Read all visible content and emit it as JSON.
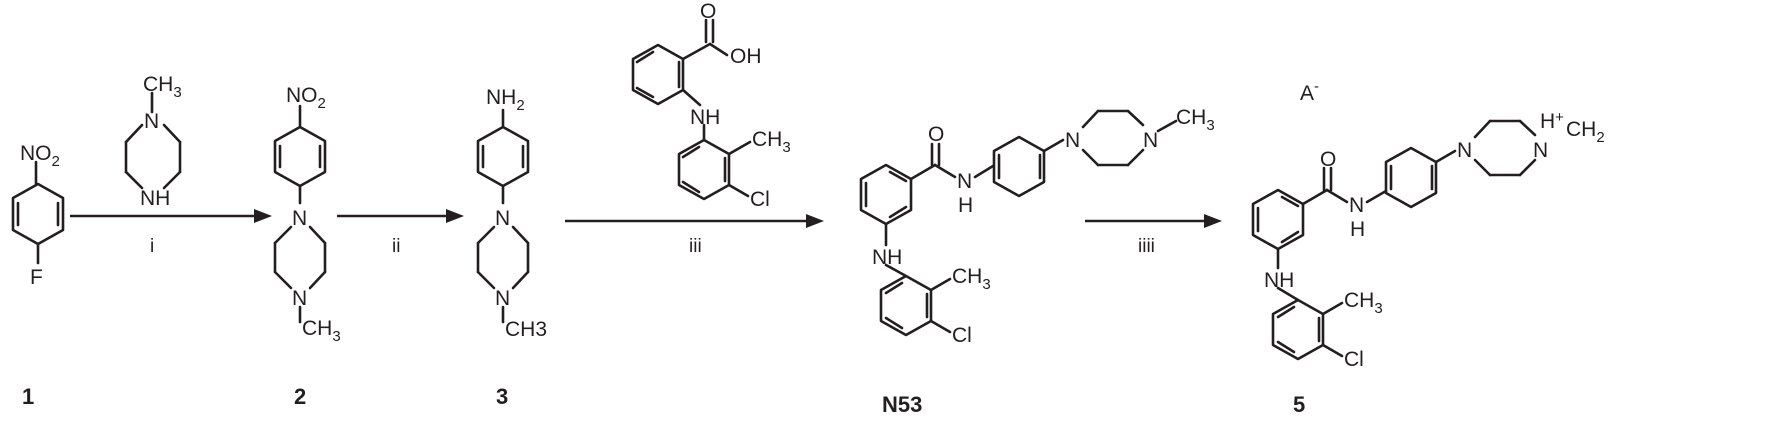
{
  "compounds": {
    "c1": {
      "label": "1",
      "sub": "NO",
      "sub_n": "2",
      "f": "F"
    },
    "pip": {
      "top": "CH",
      "top_n": "3",
      "n": "N",
      "nh": "NH"
    },
    "c2": {
      "label": "2",
      "no": "NO",
      "no_n": "2",
      "n": "N",
      "ch": "CH",
      "ch_n": "3"
    },
    "c3": {
      "label": "3",
      "nh": "NH",
      "nh_n": "2",
      "n": "N",
      "ch": "CH3"
    },
    "acid": {
      "oh": "OH",
      "o": "O",
      "nh": "NH",
      "ch": "CH",
      "ch_n": "3",
      "cl": "Cl"
    },
    "n53": {
      "label": "N53",
      "o": "O",
      "nh_amide": "H",
      "n_amide": "N",
      "nh": "NH",
      "n": "N",
      "ch": "CH",
      "ch_n": "3",
      "cl": "Cl",
      "pipch": "CH",
      "pipch_n": "3"
    },
    "c5": {
      "label": "5",
      "anion": "A",
      "anion_charge": "-",
      "o": "O",
      "nh_amide": "H",
      "n_amide": "N",
      "nh": "NH",
      "n": "N",
      "nplus": "N",
      "h": "H",
      "plus": "+",
      "pipch": "CH",
      "pipch_n": "2",
      "ch": "CH",
      "ch_n": "3",
      "cl": "Cl"
    }
  },
  "conditions": [
    "i",
    "ii",
    "iii",
    "iiii"
  ],
  "colors": {
    "ink": "#231f20",
    "background": "#ffffff"
  }
}
